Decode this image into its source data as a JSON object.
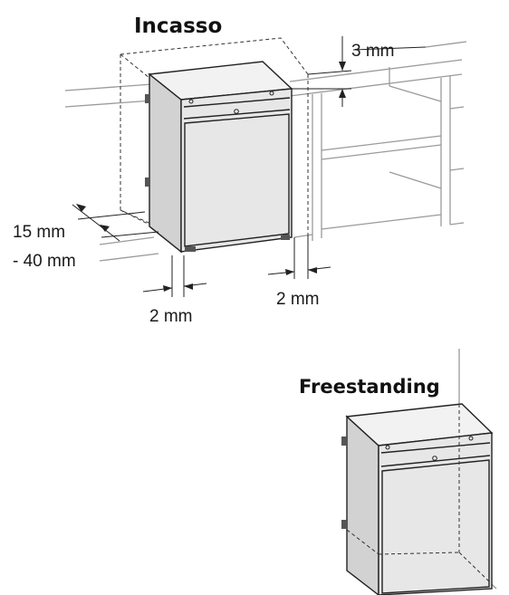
{
  "labels": {
    "incasso_title": "Incasso",
    "freestanding_title": "Freestanding",
    "gap_top": "3 mm",
    "gap_back_line1": "15 mm",
    "gap_back_line2": "- 40 mm",
    "gap_side_left": "2 mm",
    "gap_side_right": "2 mm"
  },
  "colors": {
    "line": "#222222",
    "cabinet_line": "#9a9a9a",
    "fridge_front": "#e7e7e7",
    "fridge_side": "#d2d2d2"
  }
}
